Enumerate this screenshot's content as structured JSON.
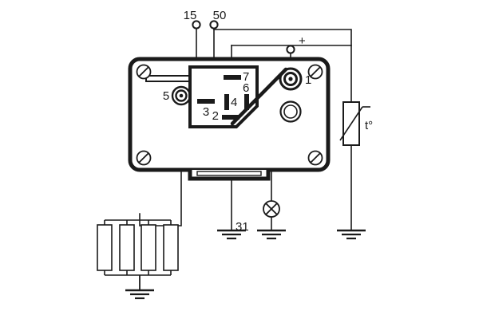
{
  "diagram": {
    "title": "Voltage regulator wiring diagram",
    "colors": {
      "line": "#1a1a1a",
      "body_fill": "#ffffff",
      "background": "#ffffff"
    },
    "terminals": {
      "t15": "15",
      "t50": "50",
      "t31": "31",
      "plus": "+",
      "n1": "1",
      "n2": "2",
      "n3": "3",
      "n4": "4",
      "n5": "5",
      "n6": "6",
      "n7": "7"
    },
    "components": {
      "thermistor_label": "t°",
      "battery_cells": 4,
      "lamp": "lamp-symbol",
      "grounds": 3,
      "screws": 4
    },
    "icons": {
      "screw": "screw-head-icon",
      "lamp": "indicator-lamp-icon",
      "ground": "ground-symbol-icon",
      "battery": "battery-symbol-icon",
      "thermistor": "thermistor-symbol-icon",
      "post": "terminal-post-icon"
    }
  }
}
